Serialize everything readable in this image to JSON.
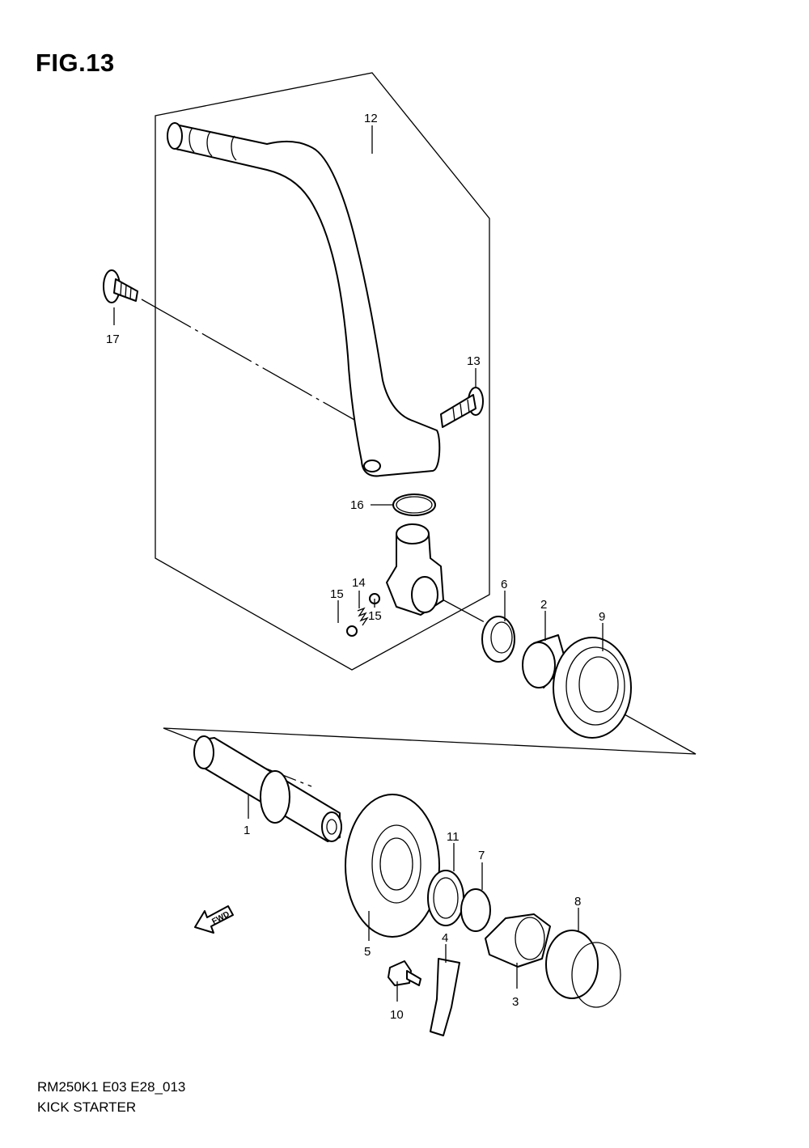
{
  "figure_title": "FIG.13",
  "diagram_code": "RM250K1 E03 E28_013",
  "diagram_name": "KICK STARTER",
  "fwd_label": "FWD",
  "callouts": [
    {
      "id": "c1",
      "label": "1"
    },
    {
      "id": "c2",
      "label": "2"
    },
    {
      "id": "c3",
      "label": "3"
    },
    {
      "id": "c4",
      "label": "4"
    },
    {
      "id": "c5",
      "label": "5"
    },
    {
      "id": "c6",
      "label": "6"
    },
    {
      "id": "c7",
      "label": "7"
    },
    {
      "id": "c8",
      "label": "8"
    },
    {
      "id": "c9",
      "label": "9"
    },
    {
      "id": "c10",
      "label": "10"
    },
    {
      "id": "c11",
      "label": "11"
    },
    {
      "id": "c12",
      "label": "12"
    },
    {
      "id": "c13",
      "label": "13"
    },
    {
      "id": "c14",
      "label": "14"
    },
    {
      "id": "c15a",
      "label": "15"
    },
    {
      "id": "c15b",
      "label": "15"
    },
    {
      "id": "c16",
      "label": "16"
    },
    {
      "id": "c17",
      "label": "17"
    }
  ]
}
